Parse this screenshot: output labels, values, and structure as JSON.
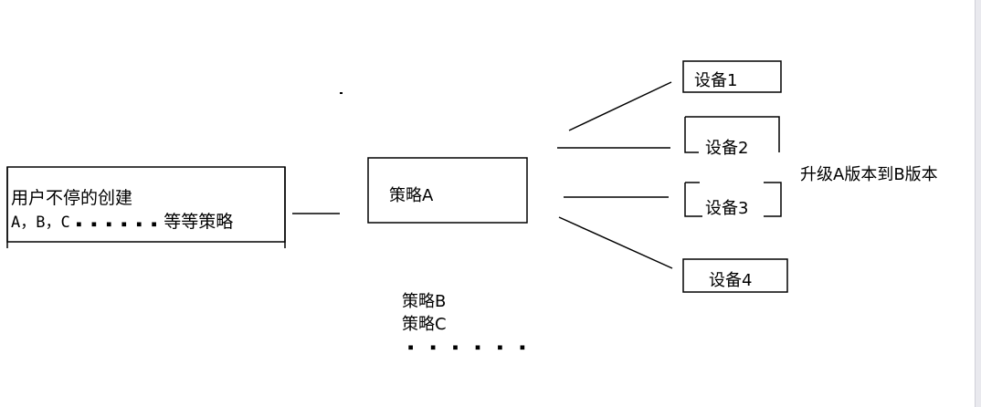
{
  "user_box": {
    "line1": "用户不停的创建",
    "line2_prefix": "A，B，C",
    "line2_dots": "▪ ▪ ▪ ▪ ▪ ▪",
    "line2_suffix": "等等策略"
  },
  "strategy_a": {
    "label": "策略A"
  },
  "other_strategies": {
    "b": "策略B",
    "c": "策略C",
    "dots": "▪ ▪ ▪ ▪ ▪ ▪"
  },
  "devices": [
    {
      "label": "设备1"
    },
    {
      "label": "设备2"
    },
    {
      "label": "设备3"
    },
    {
      "label": "设备4"
    }
  ],
  "upgrade_note": "升级A版本到B版本"
}
